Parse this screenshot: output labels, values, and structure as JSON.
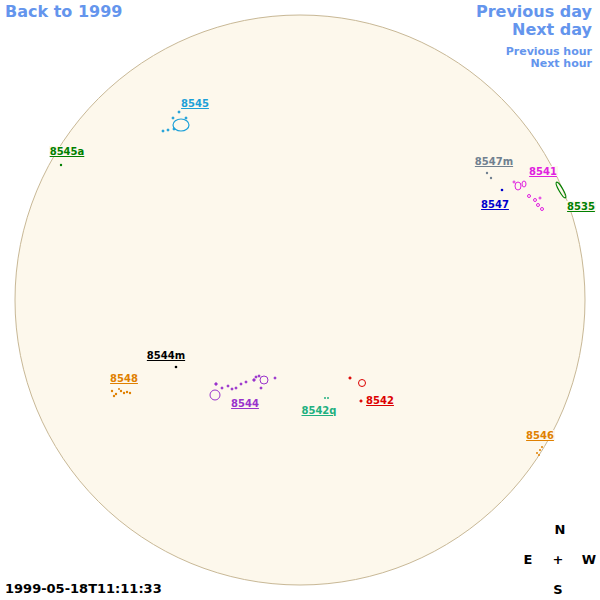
{
  "diagram": {
    "labels": [
      "Back to 1999",
      "Previous day",
      "Next day",
      "Previous hour",
      "Next hour",
      "8545",
      "8545a",
      "8547m",
      "8541",
      "8547",
      "8535",
      "8544m",
      "8548",
      "8544",
      "8542q",
      "8542",
      "8546",
      "N",
      "E",
      "+",
      "W",
      "S",
      "1999-05-18T11:11:33"
    ]
  }
}
